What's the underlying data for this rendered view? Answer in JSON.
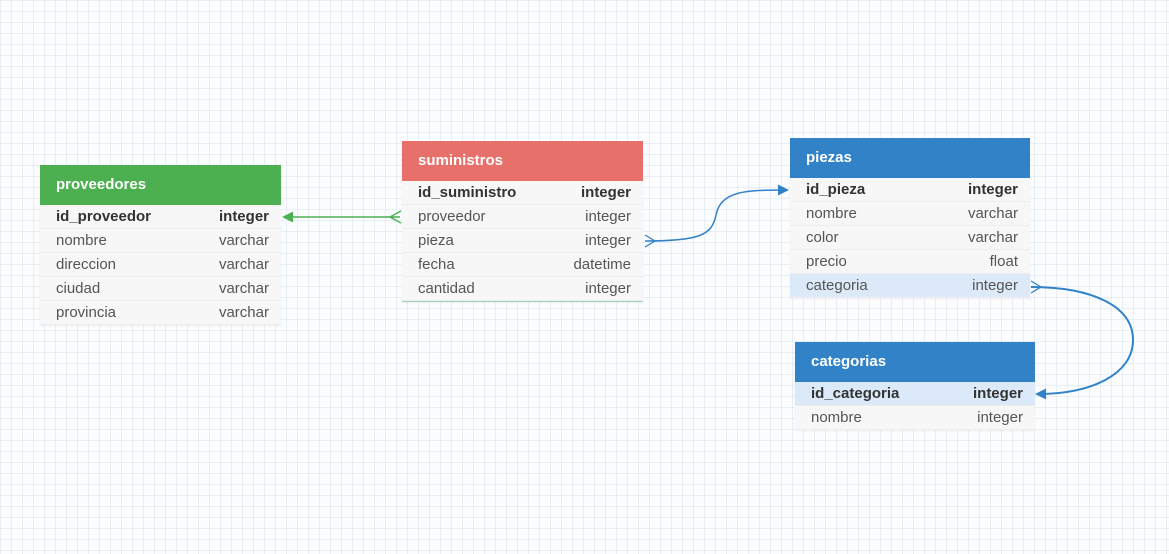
{
  "colors": {
    "green": "#4caf50",
    "red": "#e8706a",
    "blue": "#3282c8",
    "highlight": "#dbe9f8"
  },
  "tables": {
    "proveedores": {
      "name": "proveedores",
      "rows": [
        {
          "field": "id_proveedor",
          "type": "integer",
          "pk": true
        },
        {
          "field": "nombre",
          "type": "varchar"
        },
        {
          "field": "direccion",
          "type": "varchar"
        },
        {
          "field": "ciudad",
          "type": "varchar"
        },
        {
          "field": "provincia",
          "type": "varchar"
        }
      ]
    },
    "suministros": {
      "name": "suministros",
      "rows": [
        {
          "field": "id_suministro",
          "type": "integer",
          "pk": true
        },
        {
          "field": "proveedor",
          "type": "integer"
        },
        {
          "field": "pieza",
          "type": "integer"
        },
        {
          "field": "fecha",
          "type": "datetime"
        },
        {
          "field": "cantidad",
          "type": "integer"
        }
      ]
    },
    "piezas": {
      "name": "piezas",
      "rows": [
        {
          "field": "id_pieza",
          "type": "integer",
          "pk": true
        },
        {
          "field": "nombre",
          "type": "varchar"
        },
        {
          "field": "color",
          "type": "varchar"
        },
        {
          "field": "precio",
          "type": "float"
        },
        {
          "field": "categoria",
          "type": "integer",
          "highlight": true
        }
      ]
    },
    "categorias": {
      "name": "categorias",
      "rows": [
        {
          "field": "id_categoria",
          "type": "integer",
          "pk": true,
          "highlight": true
        },
        {
          "field": "nombre",
          "type": "integer"
        }
      ]
    }
  },
  "relationships": [
    {
      "from": "suministros.proveedor",
      "to": "proveedores.id_proveedor",
      "color": "#4caf50"
    },
    {
      "from": "suministros.pieza",
      "to": "piezas.id_pieza",
      "color": "#3282c8"
    },
    {
      "from": "piezas.categoria",
      "to": "categorias.id_categoria",
      "color": "#3282c8"
    }
  ]
}
